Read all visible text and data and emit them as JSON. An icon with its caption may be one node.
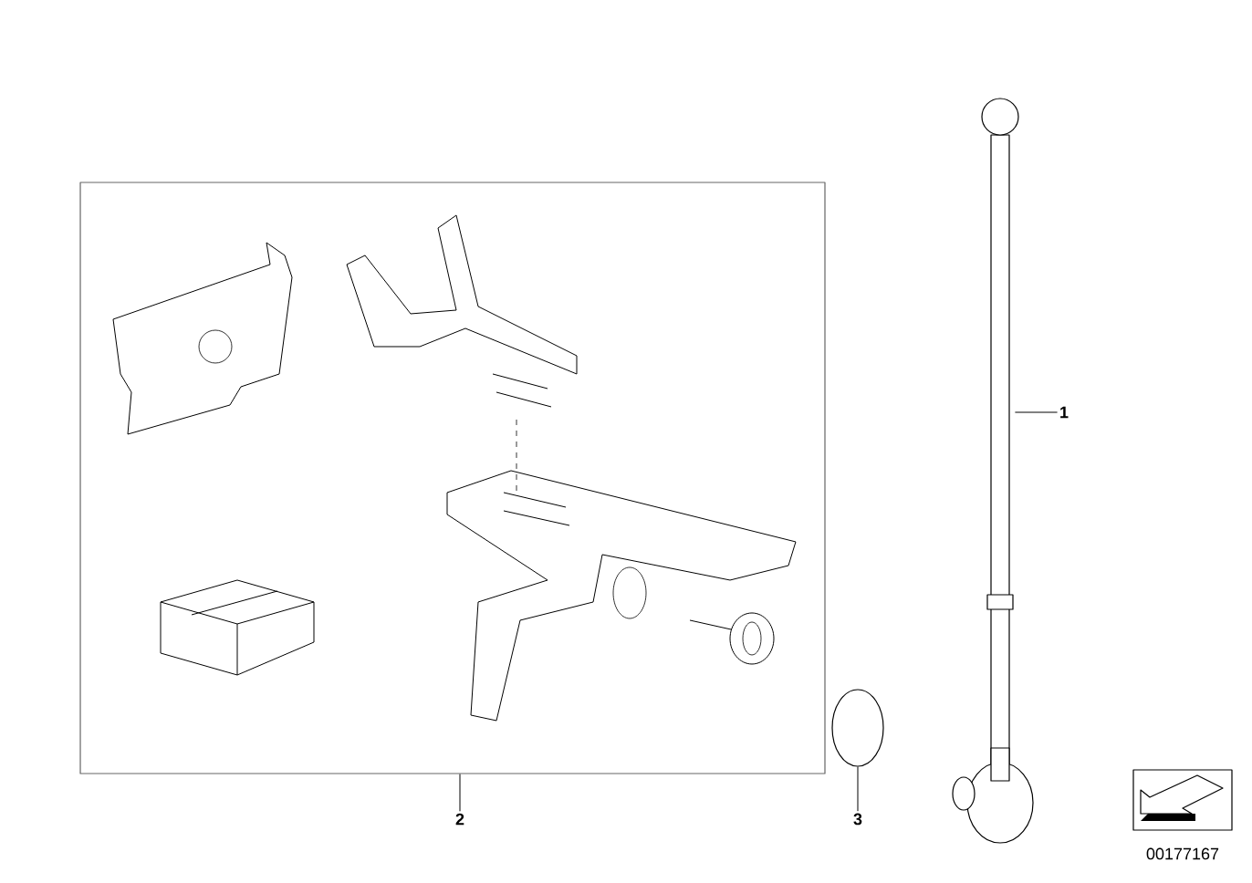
{
  "diagram": {
    "nodes": [
      {
        "text": [
          "1"
        ]
      },
      {
        "text": [],
        "shape": "picture"
      },
      {
        "text": [
          "2"
        ]
      },
      {
        "text": [],
        "shape": "box"
      },
      {
        "text": [
          "3"
        ]
      },
      {
        "text": [],
        "shape": "circle"
      }
    ],
    "edges": [
      {
        "from": 0,
        "to": 1,
        "arrow": "none"
      },
      {
        "from": 2,
        "to": 3,
        "arrow": "none"
      },
      {
        "from": 4,
        "to": 5,
        "arrow": "none"
      }
    ],
    "labels": [
      "00177167"
    ]
  }
}
